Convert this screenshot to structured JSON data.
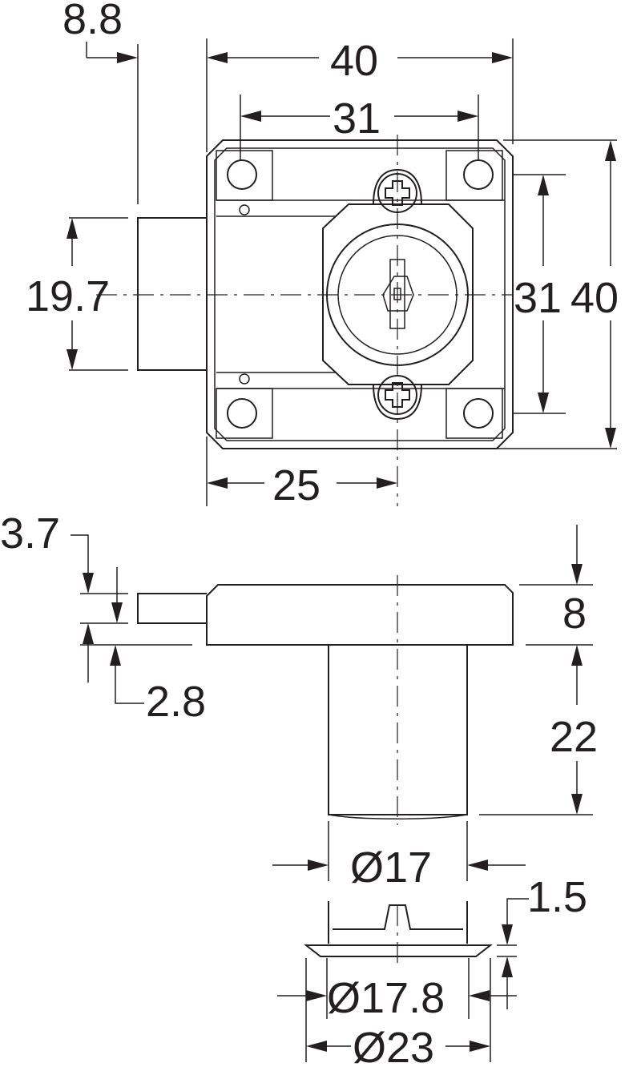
{
  "drawing": {
    "colors": {
      "line": "#231f20",
      "background": "#ffffff"
    },
    "top_view": {
      "dimensions": {
        "offset_88": "8.8",
        "width_40": "40",
        "width_31": "31",
        "bolt_197": "19.7",
        "height_31": "31",
        "height_40": "40",
        "center_25": "25"
      }
    },
    "side_view": {
      "dimensions": {
        "bolt_37": "3.7",
        "bolt_28": "2.8",
        "case_8": "8",
        "cylinder_22": "22",
        "dia_17": "Ø17"
      }
    },
    "bezel_view": {
      "dimensions": {
        "flange_15": "1.5",
        "dia_178": "Ø17.8",
        "dia_23": "Ø23"
      }
    }
  }
}
